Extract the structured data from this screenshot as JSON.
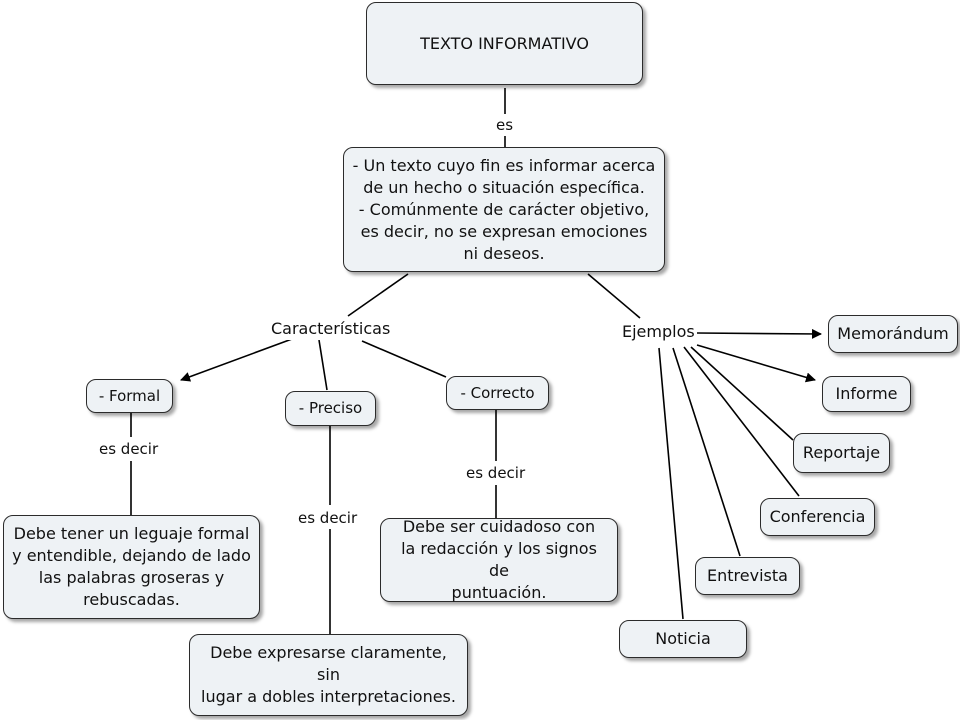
{
  "root": "TEXTO INFORMATIVO",
  "link_es": "es",
  "definition": {
    "lines": [
      "- Un texto cuyo fin es informar acerca",
      "de un hecho o situación específica.",
      "-  Comúnmente de carácter objetivo,",
      "es decir, no se expresan emociones",
      "ni deseos."
    ]
  },
  "characteristics": {
    "label": "Características",
    "formal": {
      "name": "- Formal",
      "link": "es decir",
      "detail": [
        "Debe tener un leguaje formal",
        "y entendible, dejando de lado",
        "las palabras groseras y",
        "rebuscadas."
      ]
    },
    "preciso": {
      "name": "- Preciso",
      "link": "es decir",
      "detail": [
        "Debe expresarse claramente, sin",
        "lugar a dobles interpretaciones."
      ]
    },
    "correcto": {
      "name": "- Correcto",
      "link": "es decir",
      "detail": [
        "Debe ser cuidadoso con",
        "la redacción y los signos de",
        "puntuación."
      ]
    }
  },
  "examples": {
    "label": "Ejemplos",
    "items": [
      "Memorándum",
      "Informe",
      "Reportaje",
      "Conferencia",
      "Entrevista",
      "Noticia"
    ]
  }
}
